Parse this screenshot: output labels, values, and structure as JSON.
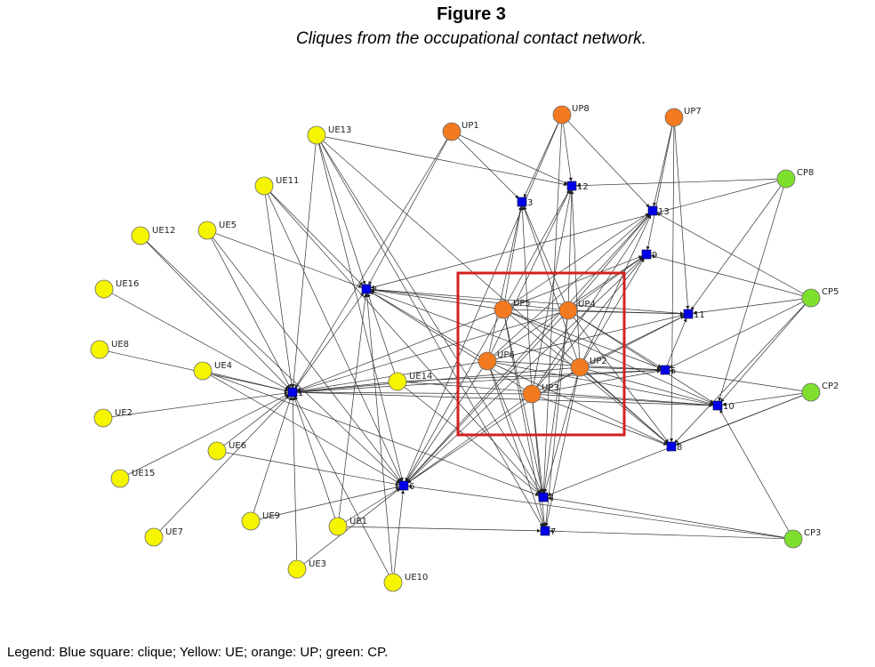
{
  "title": "Figure 3",
  "subtitle": "Cliques from the occupational contact network.",
  "legend": "Legend: Blue square: clique; Yellow: UE; orange: UP; green: CP.",
  "colors": {
    "UE": "#f5f500",
    "UP": "#f47a20",
    "CP": "#7ee02c",
    "clique": "#0000e8",
    "highlight": "#d42020",
    "edge": "#333333"
  },
  "nodes": [
    {
      "id": "UE13",
      "label": "UE13",
      "group": "UE"
    },
    {
      "id": "UE11",
      "label": "UE11",
      "group": "UE"
    },
    {
      "id": "UE12",
      "label": "UE12",
      "group": "UE"
    },
    {
      "id": "UE5",
      "label": "UE5",
      "group": "UE"
    },
    {
      "id": "UE16",
      "label": "UE16",
      "group": "UE"
    },
    {
      "id": "UE8",
      "label": "UE8",
      "group": "UE"
    },
    {
      "id": "UE4",
      "label": "UE4",
      "group": "UE"
    },
    {
      "id": "UE14",
      "label": "UE14",
      "group": "UE"
    },
    {
      "id": "UE2",
      "label": "UE2",
      "group": "UE"
    },
    {
      "id": "UE6",
      "label": "UE6",
      "group": "UE"
    },
    {
      "id": "UE15",
      "label": "UE15",
      "group": "UE"
    },
    {
      "id": "UE9",
      "label": "UE9",
      "group": "UE"
    },
    {
      "id": "UE1",
      "label": "UE1",
      "group": "UE"
    },
    {
      "id": "UE7",
      "label": "UE7",
      "group": "UE"
    },
    {
      "id": "UE3",
      "label": "UE3",
      "group": "UE"
    },
    {
      "id": "UE10",
      "label": "UE10",
      "group": "UE"
    },
    {
      "id": "UP1",
      "label": "UP1",
      "group": "UP"
    },
    {
      "id": "UP8",
      "label": "UP8",
      "group": "UP"
    },
    {
      "id": "UP7",
      "label": "UP7",
      "group": "UP"
    },
    {
      "id": "UP5",
      "label": "UP5",
      "group": "UP"
    },
    {
      "id": "UP4",
      "label": "UP4",
      "group": "UP"
    },
    {
      "id": "UP6",
      "label": "UP6",
      "group": "UP"
    },
    {
      "id": "UP2",
      "label": "UP2",
      "group": "UP"
    },
    {
      "id": "UP3",
      "label": "UP3",
      "group": "UP"
    },
    {
      "id": "CP8",
      "label": "CP8",
      "group": "CP"
    },
    {
      "id": "CP5",
      "label": "CP5",
      "group": "CP"
    },
    {
      "id": "CP2",
      "label": "CP2",
      "group": "CP"
    },
    {
      "id": "CP3",
      "label": "CP3",
      "group": "CP"
    },
    {
      "id": "C1",
      "label": "1",
      "group": "clique"
    },
    {
      "id": "C2",
      "label": "2",
      "group": "clique"
    },
    {
      "id": "C3",
      "label": "3",
      "group": "clique"
    },
    {
      "id": "C4",
      "label": "4",
      "group": "clique"
    },
    {
      "id": "C5",
      "label": "5",
      "group": "clique"
    },
    {
      "id": "C6",
      "label": "6",
      "group": "clique"
    },
    {
      "id": "C7",
      "label": "7",
      "group": "clique"
    },
    {
      "id": "C8",
      "label": "8",
      "group": "clique"
    },
    {
      "id": "C9",
      "label": "9",
      "group": "clique"
    },
    {
      "id": "C10",
      "label": "10",
      "group": "clique"
    },
    {
      "id": "C11",
      "label": "11",
      "group": "clique"
    },
    {
      "id": "C12",
      "label": "12",
      "group": "clique"
    },
    {
      "id": "C13",
      "label": "13",
      "group": "clique"
    }
  ],
  "edges": [
    [
      "UE13",
      "C1"
    ],
    [
      "UE13",
      "C2"
    ],
    [
      "UE13",
      "C6"
    ],
    [
      "UE13",
      "C12"
    ],
    [
      "UE13",
      "C7"
    ],
    [
      "UE13",
      "C4"
    ],
    [
      "UE13",
      "C8"
    ],
    [
      "UE11",
      "C1"
    ],
    [
      "UE11",
      "C2"
    ],
    [
      "UE11",
      "C6"
    ],
    [
      "UE11",
      "C4"
    ],
    [
      "UE12",
      "C1"
    ],
    [
      "UE12",
      "C6"
    ],
    [
      "UE5",
      "C2"
    ],
    [
      "UE5",
      "C1"
    ],
    [
      "UE5",
      "C6"
    ],
    [
      "UE16",
      "C1"
    ],
    [
      "UE8",
      "C1"
    ],
    [
      "UE4",
      "C1"
    ],
    [
      "UE4",
      "C6"
    ],
    [
      "UE4",
      "C4"
    ],
    [
      "UE14",
      "C1"
    ],
    [
      "UE14",
      "C2"
    ],
    [
      "UE14",
      "C5"
    ],
    [
      "UE14",
      "C10"
    ],
    [
      "UE14",
      "C4"
    ],
    [
      "UE2",
      "C1"
    ],
    [
      "UE6",
      "C1"
    ],
    [
      "UE6",
      "C6"
    ],
    [
      "UE15",
      "C1"
    ],
    [
      "UE9",
      "C1"
    ],
    [
      "UE9",
      "C6"
    ],
    [
      "UE1",
      "C1"
    ],
    [
      "UE1",
      "C2"
    ],
    [
      "UE1",
      "C7"
    ],
    [
      "UE1",
      "C6"
    ],
    [
      "UE7",
      "C1"
    ],
    [
      "UE3",
      "C1"
    ],
    [
      "UE3",
      "C6"
    ],
    [
      "UE10",
      "C1"
    ],
    [
      "UE10",
      "C6"
    ],
    [
      "UE10",
      "C2"
    ],
    [
      "UP1",
      "C1"
    ],
    [
      "UP1",
      "C12"
    ],
    [
      "UP1",
      "C2"
    ],
    [
      "UP1",
      "C3"
    ],
    [
      "UP8",
      "C3"
    ],
    [
      "UP8",
      "C12"
    ],
    [
      "UP8",
      "C4"
    ],
    [
      "UP8",
      "C13"
    ],
    [
      "UP8",
      "C6"
    ],
    [
      "UP7",
      "C13"
    ],
    [
      "UP7",
      "C9"
    ],
    [
      "UP7",
      "C8"
    ],
    [
      "UP7",
      "C11"
    ],
    [
      "UP5",
      "C1"
    ],
    [
      "UP5",
      "C2"
    ],
    [
      "UP5",
      "C3"
    ],
    [
      "UP5",
      "C4"
    ],
    [
      "UP5",
      "C5"
    ],
    [
      "UP5",
      "C6"
    ],
    [
      "UP5",
      "C7"
    ],
    [
      "UP5",
      "C8"
    ],
    [
      "UP5",
      "C9"
    ],
    [
      "UP5",
      "C10"
    ],
    [
      "UP5",
      "C11"
    ],
    [
      "UP5",
      "C12"
    ],
    [
      "UP5",
      "C13"
    ],
    [
      "UP4",
      "C1"
    ],
    [
      "UP4",
      "C2"
    ],
    [
      "UP4",
      "C3"
    ],
    [
      "UP4",
      "C4"
    ],
    [
      "UP4",
      "C5"
    ],
    [
      "UP4",
      "C6"
    ],
    [
      "UP4",
      "C7"
    ],
    [
      "UP4",
      "C8"
    ],
    [
      "UP4",
      "C9"
    ],
    [
      "UP4",
      "C10"
    ],
    [
      "UP4",
      "C11"
    ],
    [
      "UP4",
      "C12"
    ],
    [
      "UP4",
      "C13"
    ],
    [
      "UP6",
      "C1"
    ],
    [
      "UP6",
      "C2"
    ],
    [
      "UP6",
      "C3"
    ],
    [
      "UP6",
      "C4"
    ],
    [
      "UP6",
      "C5"
    ],
    [
      "UP6",
      "C6"
    ],
    [
      "UP6",
      "C7"
    ],
    [
      "UP6",
      "C8"
    ],
    [
      "UP6",
      "C9"
    ],
    [
      "UP6",
      "C10"
    ],
    [
      "UP6",
      "C11"
    ],
    [
      "UP6",
      "C12"
    ],
    [
      "UP6",
      "C13"
    ],
    [
      "UP2",
      "C1"
    ],
    [
      "UP2",
      "C2"
    ],
    [
      "UP2",
      "C3"
    ],
    [
      "UP2",
      "C4"
    ],
    [
      "UP2",
      "C5"
    ],
    [
      "UP2",
      "C6"
    ],
    [
      "UP2",
      "C7"
    ],
    [
      "UP2",
      "C8"
    ],
    [
      "UP2",
      "C9"
    ],
    [
      "UP2",
      "C10"
    ],
    [
      "UP2",
      "C11"
    ],
    [
      "UP2",
      "C12"
    ],
    [
      "UP2",
      "C13"
    ],
    [
      "UP3",
      "C1"
    ],
    [
      "UP3",
      "C2"
    ],
    [
      "UP3",
      "C3"
    ],
    [
      "UP3",
      "C4"
    ],
    [
      "UP3",
      "C5"
    ],
    [
      "UP3",
      "C6"
    ],
    [
      "UP3",
      "C7"
    ],
    [
      "UP3",
      "C8"
    ],
    [
      "UP3",
      "C9"
    ],
    [
      "UP3",
      "C10"
    ],
    [
      "UP3",
      "C11"
    ],
    [
      "UP3",
      "C12"
    ],
    [
      "UP3",
      "C13"
    ],
    [
      "CP8",
      "C12"
    ],
    [
      "CP8",
      "C2"
    ],
    [
      "CP8",
      "C10"
    ],
    [
      "CP8",
      "C11"
    ],
    [
      "CP5",
      "C13"
    ],
    [
      "CP5",
      "C9"
    ],
    [
      "CP5",
      "C11"
    ],
    [
      "CP5",
      "C5"
    ],
    [
      "CP5",
      "C8"
    ],
    [
      "CP5",
      "C10"
    ],
    [
      "CP2",
      "C10"
    ],
    [
      "CP2",
      "C8"
    ],
    [
      "CP2",
      "C4"
    ],
    [
      "CP2",
      "C5"
    ],
    [
      "CP3",
      "C7"
    ],
    [
      "CP3",
      "C10"
    ],
    [
      "CP3",
      "C6"
    ],
    [
      "CP3",
      "C4"
    ],
    [
      "C1",
      "C2"
    ],
    [
      "C1",
      "C10"
    ],
    [
      "C1",
      "C5"
    ],
    [
      "C2",
      "C11"
    ],
    [
      "C6",
      "C13"
    ],
    [
      "C6",
      "C9"
    ],
    [
      "C5",
      "C11"
    ]
  ]
}
